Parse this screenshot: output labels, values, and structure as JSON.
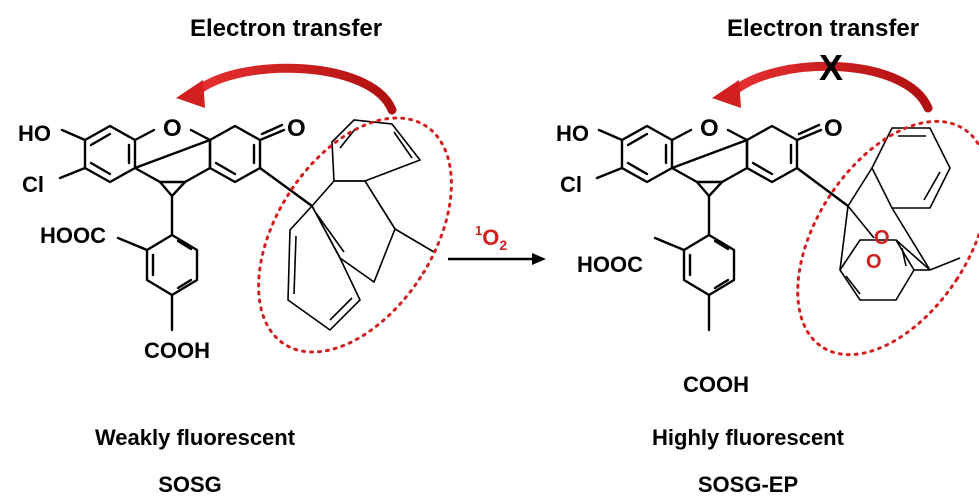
{
  "left": {
    "process_label": "Electron transfer",
    "atoms": {
      "ho": "HO",
      "o_ring": "O",
      "o_keto": "O",
      "cl": "Cl",
      "hooc": "HOOC",
      "cooh": "COOH"
    },
    "caption": "Weakly fluorescent",
    "compound": "SOSG"
  },
  "reaction": {
    "reagent_sup": "1",
    "reagent_main": "O",
    "reagent_sub": "2"
  },
  "right": {
    "process_label": "Electron transfer",
    "blocked_mark": "X",
    "atoms": {
      "ho": "HO",
      "o_ring": "O",
      "o_keto": "O",
      "cl": "Cl",
      "hooc": "HOOC",
      "cooh": "COOH",
      "peroxide_o1": "O",
      "peroxide_o2": "O"
    },
    "caption": "Highly fluorescent",
    "compound": "SOSG-EP"
  },
  "colors": {
    "accent_red": "#d21f1f",
    "ink": "#000000"
  }
}
